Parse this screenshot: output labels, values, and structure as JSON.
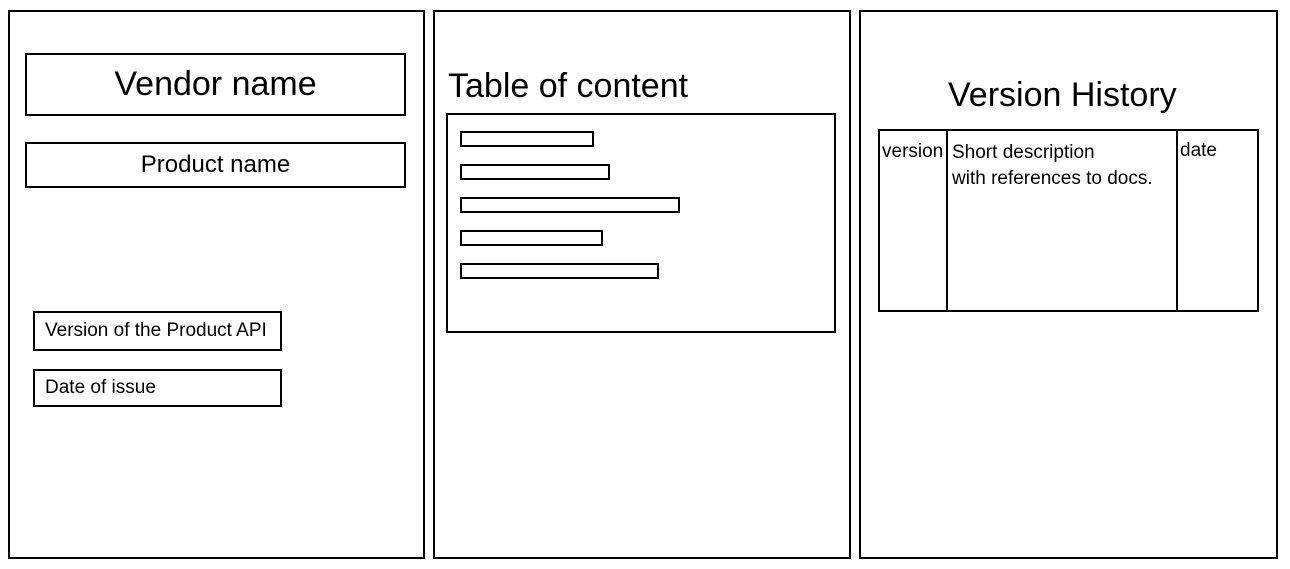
{
  "cover_page": {
    "vendor_name": "Vendor name",
    "product_name": "Product name",
    "api_version": "Version of the Product API",
    "issue_date": "Date of issue"
  },
  "toc_page": {
    "title": "Table of content",
    "entries_count_shown": 5
  },
  "history_page": {
    "title": "Version History",
    "columns": {
      "version": "version",
      "description_line1": "Short description",
      "description_line2": "with references to docs.",
      "date": "date"
    }
  }
}
